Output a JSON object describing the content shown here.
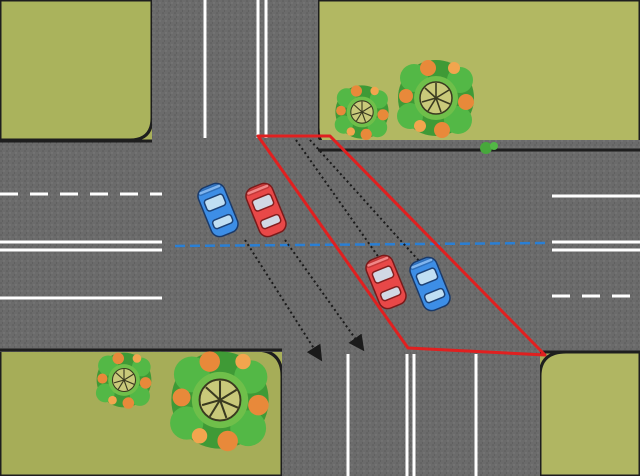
{
  "scene": {
    "type": "top-down road intersection diagram",
    "colors": {
      "grass": "#a9b05a",
      "grass_dark": "#8f9a44",
      "asphalt": "#6b6b6b",
      "asphalt_dark": "#4f4f4f",
      "curb": "#1e1e1e",
      "lane_marking": "#ffffff",
      "zone_outline": "#e02020",
      "guide_line": "#2a7fd4",
      "path_arrow": "#1a1a1a",
      "car_blue": "#3d8ee6",
      "car_red": "#e84848",
      "tree_green": "#47a83c",
      "tree_orange": "#e8893a"
    },
    "cars": [
      {
        "name": "car-blue-left",
        "color": "car_blue"
      },
      {
        "name": "car-red-left",
        "color": "car_red"
      },
      {
        "name": "car-red-right",
        "color": "car_red"
      },
      {
        "name": "car-blue-right",
        "color": "car_blue"
      }
    ],
    "icons": [
      "car-icon",
      "tree-icon",
      "arrow-icon"
    ]
  }
}
